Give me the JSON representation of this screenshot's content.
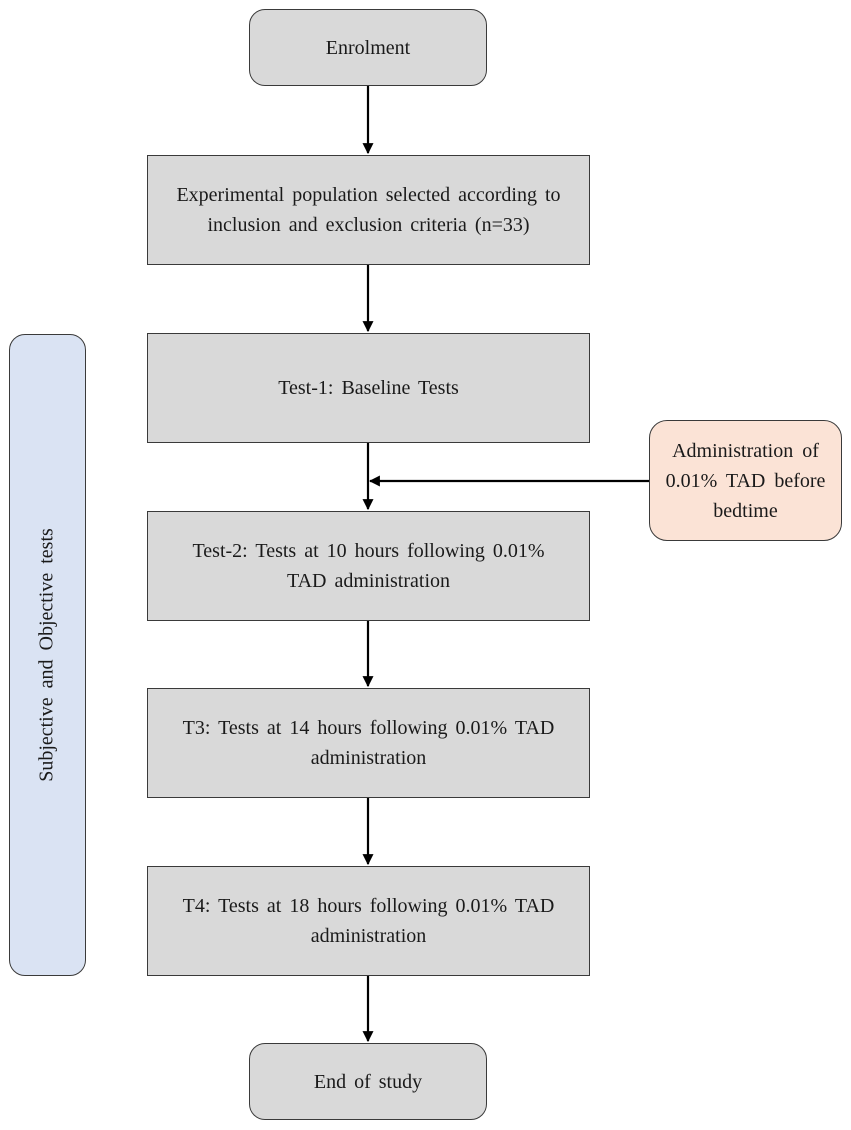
{
  "flowchart": {
    "enrolment": "Enrolment",
    "population": "Experimental population selected according to inclusion and exclusion criteria (n=33)",
    "test1": "Test-1: Baseline Tests",
    "test2": "Test-2: Tests at 10 hours following 0.01% TAD administration",
    "test3": "T3: Tests at 14 hours following 0.01% TAD administration",
    "test4": "T4: Tests at 18 hours following 0.01% TAD administration",
    "end": "End of study",
    "administration": "Administration of 0.01% TAD before bedtime",
    "side_label": "Subjective and Objective tests"
  },
  "colors": {
    "process_fill": "#d9d9d9",
    "terminal_fill": "#d9d9d9",
    "administration_fill": "#fbe3d6",
    "side_panel_fill": "#dae3f3",
    "stroke": "#3a3a3a",
    "arrow": "#000000"
  }
}
